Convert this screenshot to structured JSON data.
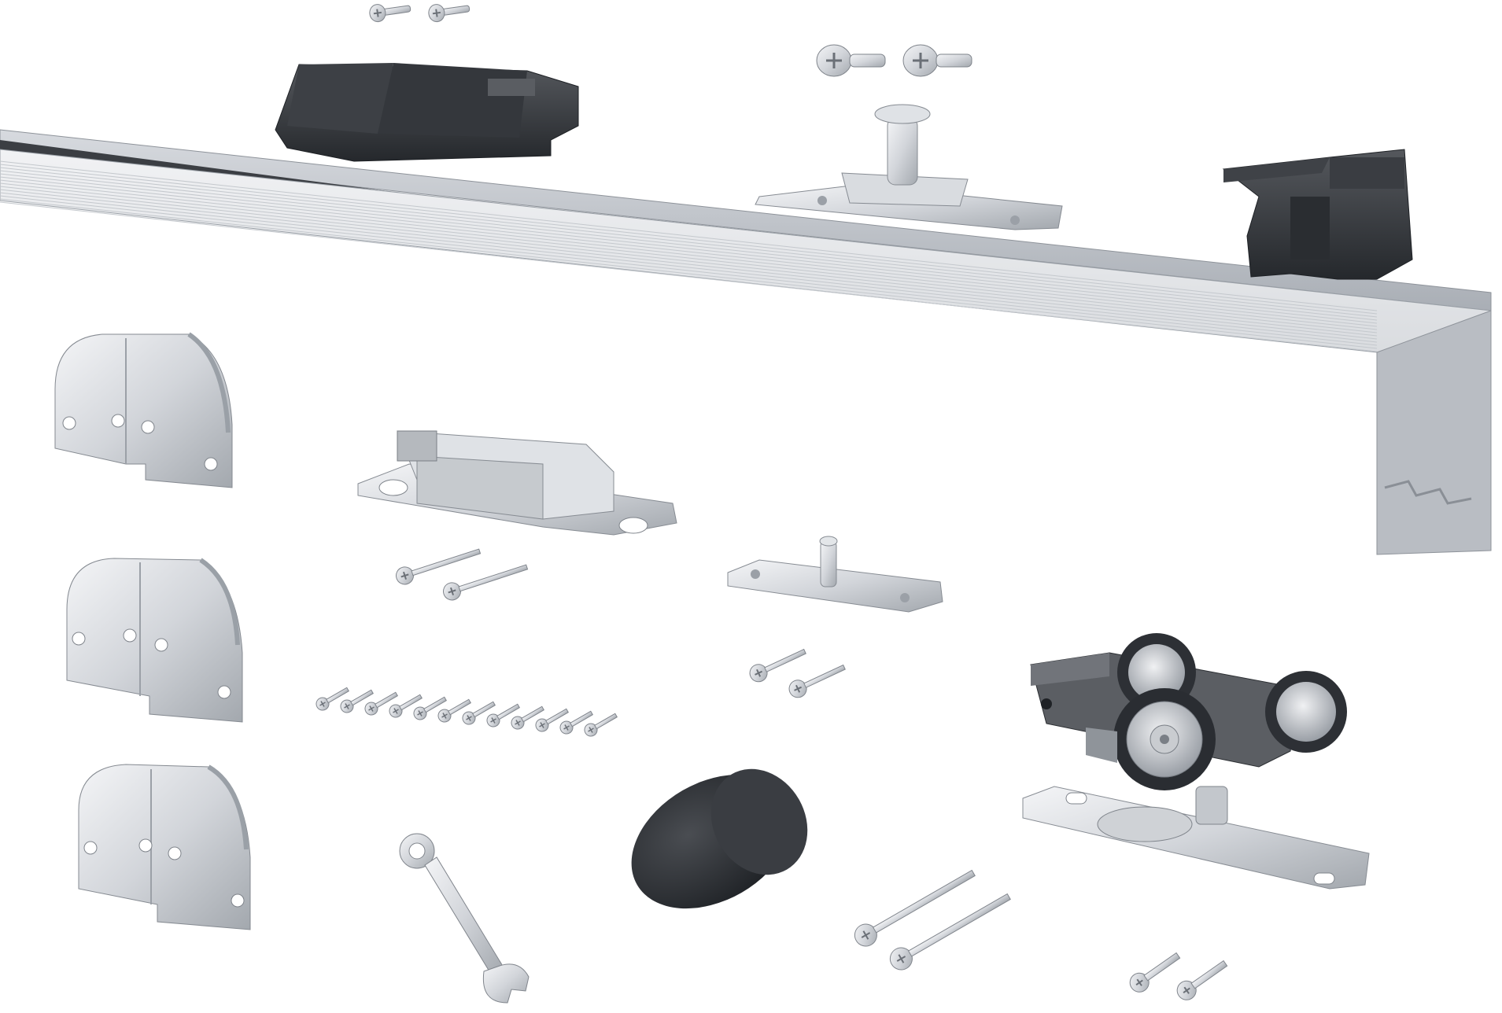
{
  "image": {
    "kind": "product-illustration",
    "background": "#ffffff"
  },
  "colors": {
    "metal_light": "#e6e8eb",
    "metal_mid": "#c9ccd1",
    "metal_dark": "#8e939a",
    "plastic_dark": "#2e3136",
    "plastic_mid": "#45484d",
    "outline": "#6b7077"
  },
  "components": [
    {
      "name": "aluminium-track-rail",
      "icon": "rail-icon"
    },
    {
      "name": "track-end-stopper-left",
      "icon": "stopper-icon"
    },
    {
      "name": "track-end-stopper-right",
      "icon": "stopper-icon"
    },
    {
      "name": "top-guide-pin-bracket",
      "icon": "guide-pin-icon"
    },
    {
      "name": "bottom-guide-pin-plate",
      "icon": "guide-pin-icon"
    },
    {
      "name": "soft-close-damper",
      "icon": "damper-icon"
    },
    {
      "name": "roller-carriage",
      "icon": "roller-icon"
    },
    {
      "name": "corner-cover-plate",
      "icon": "cover-plate-icon",
      "count": 3
    },
    {
      "name": "door-knob",
      "icon": "knob-icon"
    },
    {
      "name": "adjustment-wrench",
      "icon": "wrench-icon"
    },
    {
      "name": "mounting-screws",
      "icon": "screw-icon"
    }
  ]
}
